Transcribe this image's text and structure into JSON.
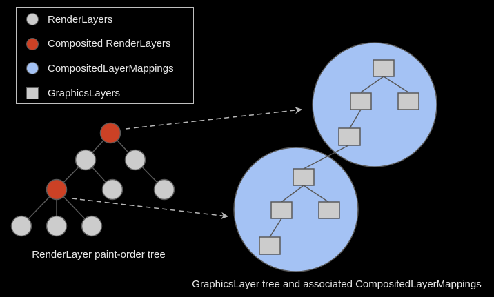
{
  "legend": {
    "items": [
      {
        "label": "RenderLayers",
        "shape": "circle",
        "color": "#cccccc"
      },
      {
        "label": "Composited RenderLayers",
        "shape": "circle",
        "color": "#cc4125"
      },
      {
        "label": "CompositedLayerMappings",
        "shape": "circle",
        "color": "#a4c2f4"
      },
      {
        "label": "GraphicsLayers",
        "shape": "square",
        "color": "#cccccc"
      }
    ]
  },
  "captions": {
    "render_tree": "RenderLayer paint-order tree",
    "graphics_tree": "GraphicsLayer tree and associated CompositedLayerMappings"
  },
  "colors": {
    "render_layer": "#cccccc",
    "composited_render_layer": "#cc4125",
    "mapping": "#a4c2f4",
    "graphics_layer": "#cccccc",
    "stroke": "#595959",
    "arrow": "#b7b7b7",
    "background": "#000000"
  },
  "render_tree": {
    "nodes": [
      {
        "id": "r0",
        "composited": true
      },
      {
        "id": "r1",
        "composited": false,
        "parent": "r0"
      },
      {
        "id": "r2",
        "composited": false,
        "parent": "r0"
      },
      {
        "id": "r3",
        "composited": true,
        "parent": "r1"
      },
      {
        "id": "r4",
        "composited": false,
        "parent": "r1"
      },
      {
        "id": "r5",
        "composited": false,
        "parent": "r2"
      },
      {
        "id": "r6",
        "composited": false,
        "parent": "r3"
      },
      {
        "id": "r7",
        "composited": false,
        "parent": "r3"
      },
      {
        "id": "r8",
        "composited": false,
        "parent": "r3"
      }
    ]
  },
  "mappings": [
    {
      "id": "m0",
      "source": "r0",
      "graphics_layers": [
        "g0",
        "g1",
        "g2",
        "g3"
      ]
    },
    {
      "id": "m1",
      "source": "r3",
      "graphics_layers": [
        "g4",
        "g5",
        "g6",
        "g7"
      ]
    }
  ],
  "graphics_tree": {
    "edges": [
      [
        "g0",
        "g1"
      ],
      [
        "g0",
        "g2"
      ],
      [
        "g1",
        "g3"
      ],
      [
        "g3",
        "g4"
      ],
      [
        "g4",
        "g5"
      ],
      [
        "g4",
        "g6"
      ],
      [
        "g5",
        "g7"
      ]
    ]
  }
}
